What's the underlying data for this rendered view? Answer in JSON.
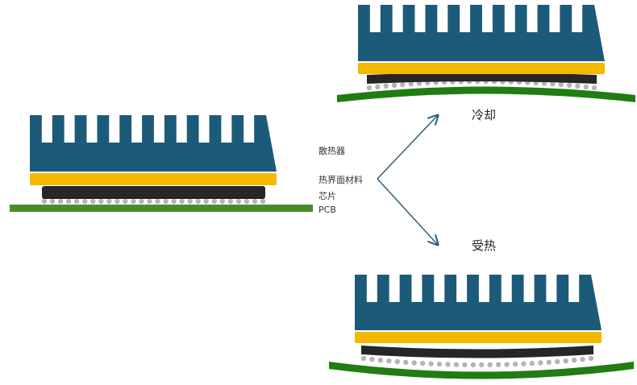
{
  "labels": {
    "heatsink": "散热器",
    "tim": "热界面材料",
    "chip": "芯片",
    "pcb": "PCB"
  },
  "states": {
    "cooling": "冷却",
    "heating": "受热"
  },
  "colors": {
    "heatsink": "#1c5a7a",
    "tim": "#f5b800",
    "chip": "#262626",
    "solder": "#b4b4b4",
    "pcb_flat": "#4a8c2a",
    "pcb_warped": "#1f7d12",
    "arrow": "#2d5f80"
  }
}
